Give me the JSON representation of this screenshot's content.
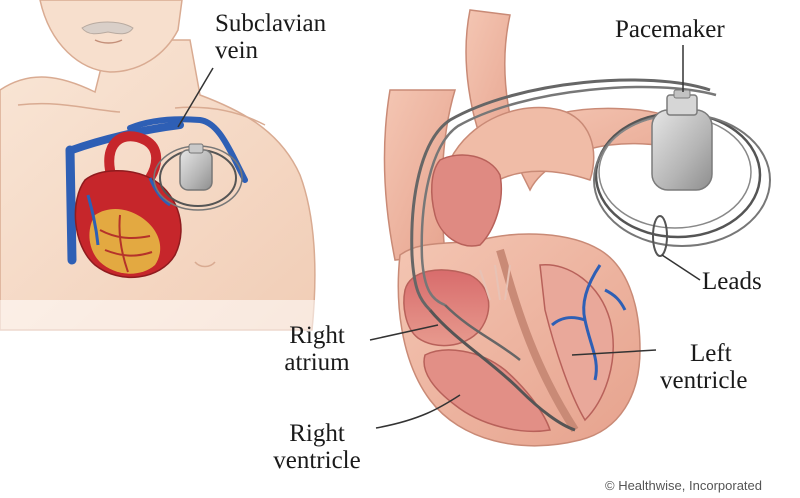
{
  "labels": {
    "subclavian_vein": "Subclavian vein",
    "subclavian_line1": "Subclavian",
    "subclavian_line2": "vein",
    "pacemaker": "Pacemaker",
    "leads": "Leads",
    "right_atrium_line1": "Right",
    "right_atrium_line2": "atrium",
    "left_ventricle_line1": "Left",
    "left_ventricle_line2": "ventricle",
    "right_ventricle_line1": "Right",
    "right_ventricle_line2": "ventricle"
  },
  "copyright": "© Healthwise, Incorporated",
  "colors": {
    "skin": "#f6dcc8",
    "skin_line": "#d9ab92",
    "heart_tissue": "#efb7a2",
    "heart_inner": "#d9847a",
    "vein_blue": "#2e5fb5",
    "artery_red": "#c6262b",
    "fat_yellow": "#e6b844",
    "device_grey": "#b8b8b8",
    "lead_grey": "#666666"
  }
}
